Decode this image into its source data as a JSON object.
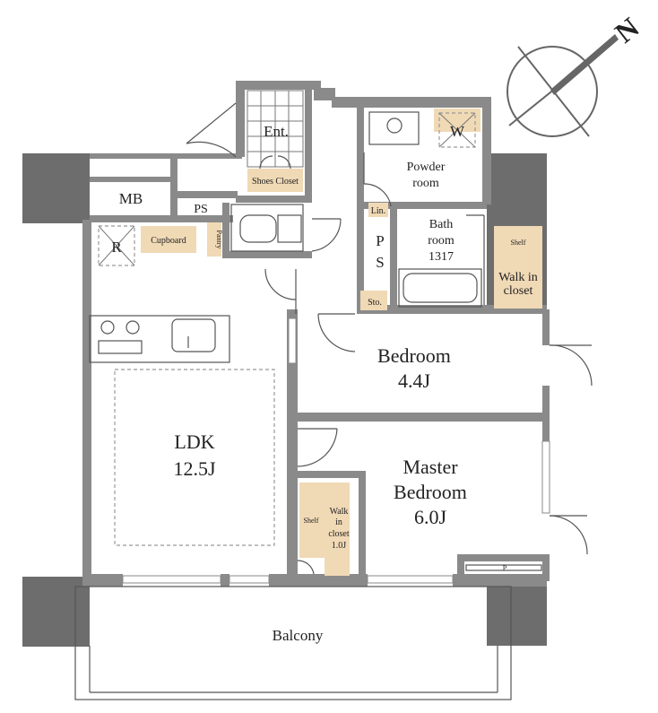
{
  "rooms": {
    "ent": "Ent.",
    "shoes_closet": "Shoes Closet",
    "mb": "MB",
    "ps_top": "PS",
    "r": "R",
    "cupboard": "Cupboard",
    "pantry": "Pantry",
    "w": "W",
    "powder_line1": "Powder",
    "powder_line2": "room",
    "lin": "Lin.",
    "bath_line1": "Bath",
    "bath_line2": "room",
    "bath_line3": "1317",
    "ps_mid_1": "P",
    "ps_mid_2": "S",
    "sto": "Sto.",
    "shelf_right": "Shelf",
    "wic_right_1": "Walk in",
    "wic_right_2": "closet",
    "bedroom_1": "Bedroom",
    "bedroom_2": "4.4J",
    "ldk_1": "LDK",
    "ldk_2": "12.5J",
    "master_1": "Master",
    "master_2": "Bedroom",
    "master_3": "6.0J",
    "shelf_left": "Shelf",
    "wic_left_1": "Walk",
    "wic_left_2": "in",
    "wic_left_3": "closet",
    "wic_left_4": "1.0J",
    "balcony": "Balcony",
    "p_small": "P"
  },
  "compass": {
    "north_label": "N"
  },
  "colors": {
    "wall": "#8a8a8a",
    "storage": "#f0d9b5"
  }
}
